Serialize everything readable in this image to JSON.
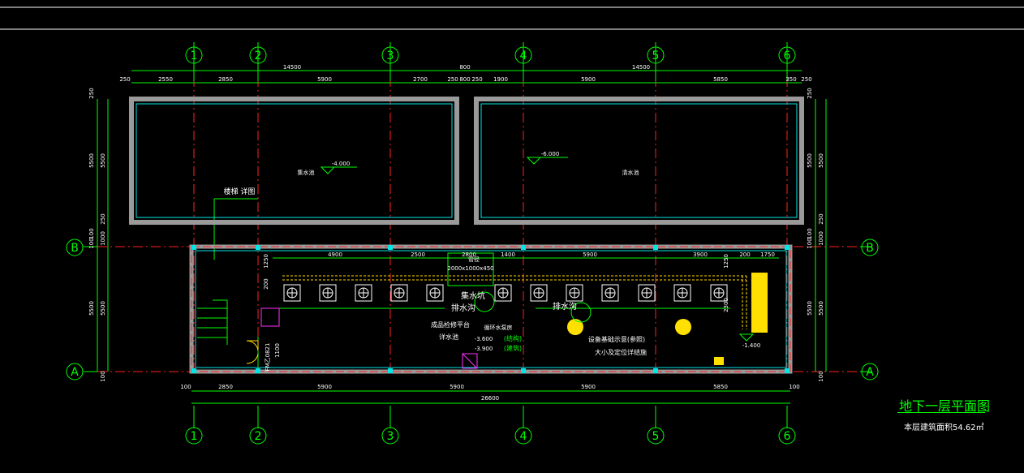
{
  "drawing": {
    "title": "地下一层平面图",
    "subtitle": "本层建筑面积54.62㎡",
    "axes_top": [
      "1",
      "2",
      "3",
      "4",
      "5",
      "6"
    ],
    "axes_bottom": [
      "1",
      "2",
      "3",
      "4",
      "5",
      "6"
    ],
    "axes_left": [
      "B",
      "A"
    ],
    "axes_right": [
      "B",
      "A"
    ],
    "dims_top_overall": [
      "14500",
      "800",
      "14500"
    ],
    "dims_top_detail": [
      "250",
      "2550",
      "2850",
      "5900",
      "2700",
      "250",
      "800",
      "250",
      "1900",
      "5900",
      "5850",
      "350",
      "250"
    ],
    "dims_bottom_detail": [
      "100",
      "2850",
      "5900",
      "5900",
      "5900",
      "5850",
      "100"
    ],
    "dims_bottom_total": "26600",
    "dims_left": [
      "250",
      "5500",
      "5500",
      "250",
      "100",
      "1000",
      "100",
      "5500",
      "5500",
      "100"
    ],
    "dims_right": [
      "250",
      "5500",
      "5500",
      "250",
      "100",
      "1000",
      "100",
      "5500",
      "5500",
      "100"
    ],
    "dims_interior": [
      "1250",
      "200",
      "4900",
      "2500",
      "2800",
      "1400",
      "5900",
      "3900",
      "200",
      "1750",
      "1250",
      "1100",
      "2300"
    ],
    "levels": [
      "-4.000",
      "-6.000",
      "-3.600",
      "-3.900",
      "-1.400"
    ],
    "rooms": {
      "pool_left": "集水池",
      "pool_right": "清水池",
      "stair_note": "楼梯 详图",
      "sump_1": "集水坑",
      "drain_1": "排水沟",
      "drain_2": "排水沟",
      "note_platform": "成品检修平台",
      "note_pool": "详水池",
      "note_pump": "循环水泵房",
      "note_struct": "(结构)",
      "note_build": "(建筑)",
      "note_equip": "设备基础示意(参照)",
      "note_equip2": "大小及定位详结施",
      "door_tag": "FM乙0821",
      "pipe_tag": "2000x1000x450",
      "note_top": "管径"
    }
  }
}
